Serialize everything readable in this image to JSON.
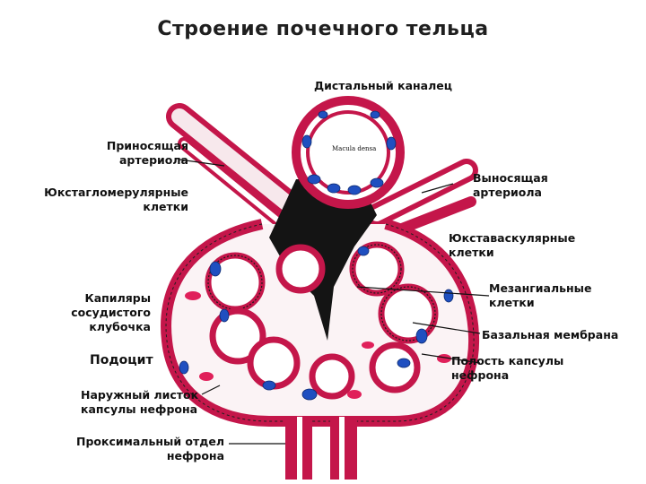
{
  "title": "Строение почечного тельца",
  "labels": {
    "distal_tubule": "Дистальный каналец",
    "afferent_1": "Приносящая",
    "afferent_2": "артериола",
    "juxtaglomerular_1": "Юкстагломерулярные",
    "juxtaglomerular_2": "клетки",
    "efferent_1": "Выносящая",
    "efferent_2": "артериола",
    "juxtavascular_1": "Юкставаскулярные",
    "juxtavascular_2": "клетки",
    "mesangial_1": "Мезангиальные",
    "mesangial_2": "клетки",
    "capillaries_1": "Капиляры",
    "capillaries_2": "сосудистого",
    "capillaries_3": "клубочка",
    "basal_membrane": "Базальная мембрана",
    "podocyte": "Подоцит",
    "capsule_cavity_1": "Полость капсулы",
    "capsule_cavity_2": "нефрона",
    "outer_layer_1": "Наружный листок",
    "outer_layer_2": "капсулы нефрона",
    "proximal_1": "Проксимальный отдел",
    "proximal_2": "нефрона",
    "macula_densa": "Macula densa"
  },
  "colors": {
    "membrane": "#c4164a",
    "nucleus": "#1f4fc0",
    "mesangium": "#141414"
  }
}
